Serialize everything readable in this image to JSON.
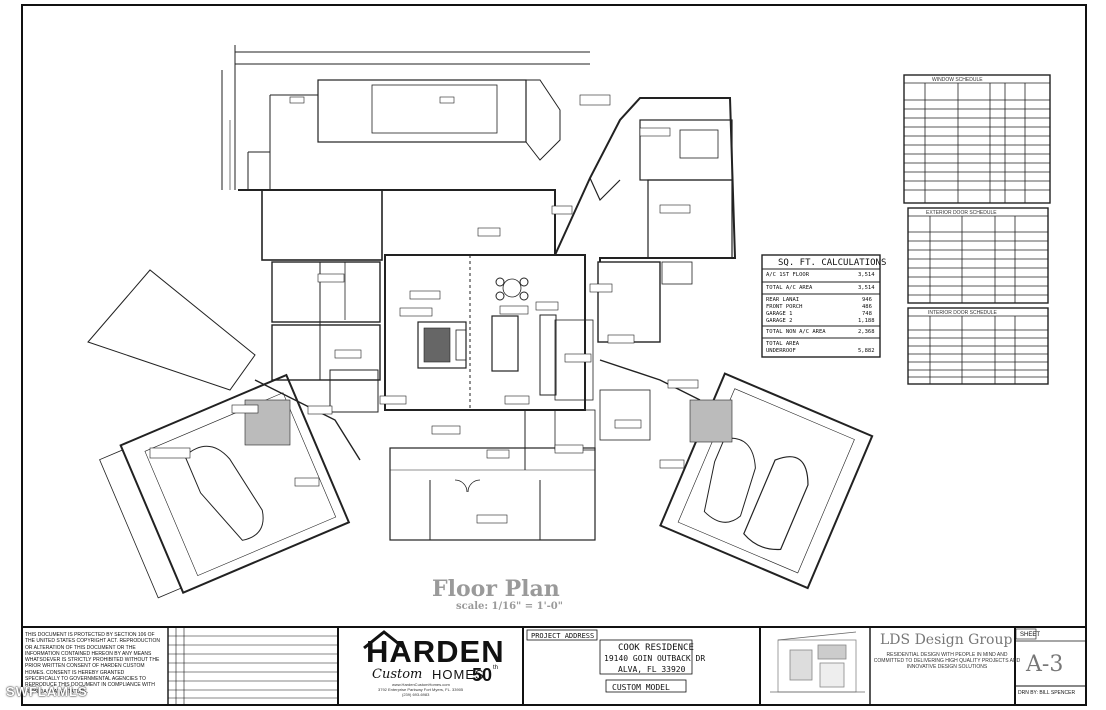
{
  "drawing": {
    "title": "Floor Plan",
    "scale": "scale: 1/16\" = 1'-0\""
  },
  "sqft_calculations": {
    "title": "SQ. FT. CALCULATIONS",
    "rows": [
      {
        "label": "A/C 1st FLOOR",
        "value": "3,514"
      },
      {
        "label": "TOTAL A/C AREA",
        "value": "3,514"
      },
      {
        "label": "REAR LANAI",
        "value": "946"
      },
      {
        "label": "FRONT PORCH",
        "value": "486"
      },
      {
        "label": "GARAGE 1",
        "value": "748"
      },
      {
        "label": "GARAGE 2",
        "value": "1,188"
      },
      {
        "label": "TOTAL NON A/C AREA",
        "value": "2,368"
      },
      {
        "label": "TOTAL AREA",
        "value": ""
      },
      {
        "label": "UNDERROOF",
        "value": "5,882"
      }
    ]
  },
  "schedules": {
    "window": "WINDOW SCHEDULE",
    "exterior_door": "EXTERIOR DOOR SCHEDULE",
    "interior_door": "INTERIOR DOOR SCHEDULE"
  },
  "title_block": {
    "notice": "THIS DOCUMENT IS PROTECTED BY SECTION 106 OF THE UNITED STATES COPYRIGHT ACT. REPRODUCTION OR ALTERATION OF THIS DOCUMENT OR THE INFORMATION CONTAINED HEREON BY ANY MEANS WHATSOEVER IS STRICTLY PROHIBITED WITHOUT THE PRIOR WRITTEN CONSENT OF HARDEN CUSTOM HOMES. CONSENT IS HEREBY GRANTED SPECIFICALLY TO GOVERNMENTAL AGENCIES TO REPRODUCE THIS DOCUMENT IN COMPLIANCE WITH FLORIDA STATE STATUTE.",
    "builder_name": "HARDEN",
    "builder_sub": "Custom",
    "builder_homes": "HOMES",
    "builder_anniv": "50",
    "builder_anniv_suffix": "th",
    "builder_url": "www.HardenCustomHomes.com",
    "builder_address": "3792 Enterprise Parkway Fort Myers, FL. 33905",
    "builder_phone": "(239) 693-6983",
    "project_address_label": "PROJECT ADDRESS",
    "project_name": "COOK RESIDENCE",
    "project_street": "19140 GOIN OUTBACK DR",
    "project_city": "ALVA, FL 33920",
    "project_model": "CUSTOM MODEL",
    "designer_name": "LDS Design Group",
    "designer_tagline": "RESIDENTIAL DESIGN WITH PEOPLE IN MIND AND COMMITTED TO DELIVERING HIGH QUALITY PROJECTS AND INNOVATIVE DESIGN SOLUTIONS",
    "sheet_label": "SHEET",
    "sheet_number": "A-3",
    "drawn_by": "DRN BY: BILL SPENCER"
  },
  "watermark": "SWFLAMLS",
  "colors": {
    "ink": "#1a1a1a",
    "title_gray": "#9a9a9a",
    "paper": "#ffffff"
  }
}
